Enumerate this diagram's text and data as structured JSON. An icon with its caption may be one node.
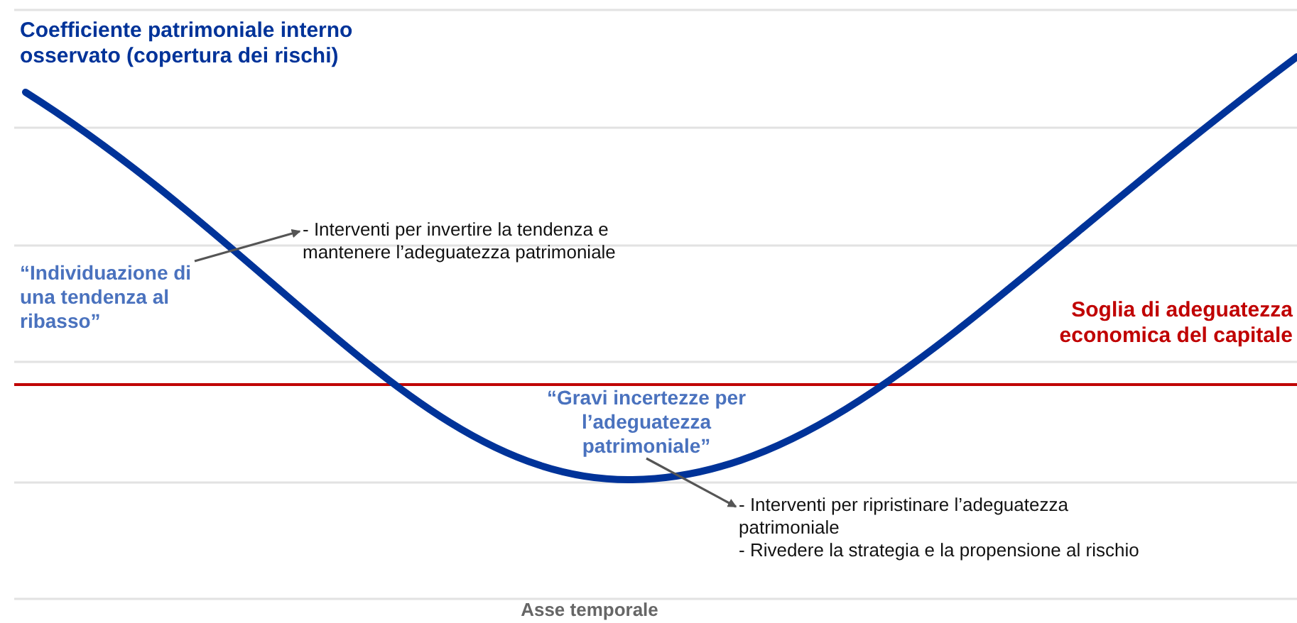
{
  "diagram": {
    "nodes": [
      {
        "text": [
          "“Individuazione di una tendenza al ribasso”"
        ]
      },
      {
        "text": [
          "- Interventi per invertire la tendenza e mantenere l’adeguatezza patrimoniale"
        ]
      },
      {
        "text": [
          "“Gravi incertezze per l’adeguatezza patrimoniale”"
        ]
      },
      {
        "text": [
          "- Interventi per ripristinare l’adeguatezza patrimoniale",
          "- Rivedere la strategia e la propensione al rischio"
        ]
      }
    ],
    "edges": [
      {
        "from": 0,
        "to": 1,
        "arrow": "to"
      },
      {
        "from": 2,
        "to": 3,
        "arrow": "to"
      }
    ],
    "labels": [
      "Coefficiente patrimoniale interno osservato (copertura dei rischi)",
      "Soglia di adeguatezza economica del capitale",
      "Asse temporale"
    ]
  }
}
